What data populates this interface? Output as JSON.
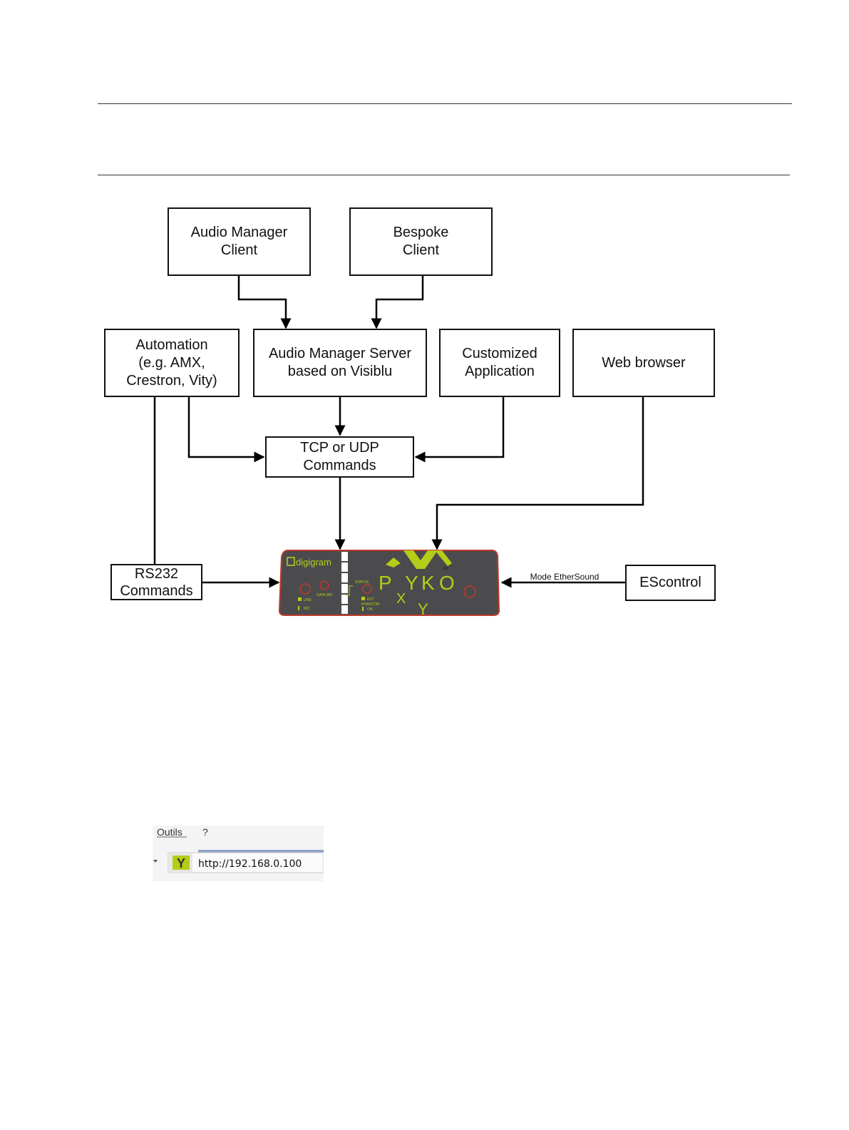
{
  "diagram": {
    "boxes": {
      "audio_manager_client": "Audio Manager\nClient",
      "bespoke_client": "Bespoke\nClient",
      "automation": "Automation\n(e.g. AMX,\nCrestron, Vity)",
      "audio_manager_server": "Audio Manager Server\nbased on Visiblu",
      "customized_application": "Customized\nApplication",
      "web_browser": "Web browser",
      "tcp_udp": "TCP or UDP\nCommands",
      "rs232": "RS232\nCommands",
      "escontrol": "EScontrol"
    },
    "edge_labels": {
      "mode_ethersound": "Mode EtherSound"
    },
    "device": {
      "brand": "digigram",
      "model_letters": [
        "P",
        "Y",
        "K",
        "O"
      ],
      "axis_x": "X",
      "axis_y": "Y",
      "variant": "RJ",
      "status_label": "STATUS",
      "gain_label": "GAIN MIC",
      "led_labels": [
        "LINE",
        "MIC",
        "EXT",
        "PHANTOM",
        "ON"
      ],
      "colors": {
        "panel": "#4b4b4d",
        "border": "#c0392b",
        "accent": "#b5cc18",
        "knob": "#c0392b"
      }
    }
  },
  "browser_snippet": {
    "menu_items": [
      "Outils",
      "?"
    ],
    "address": "http://192.168.0.100",
    "favicon_icon": "y-logo-icon",
    "favicon_letter": "Y",
    "favicon_color": "#b5cc18"
  }
}
